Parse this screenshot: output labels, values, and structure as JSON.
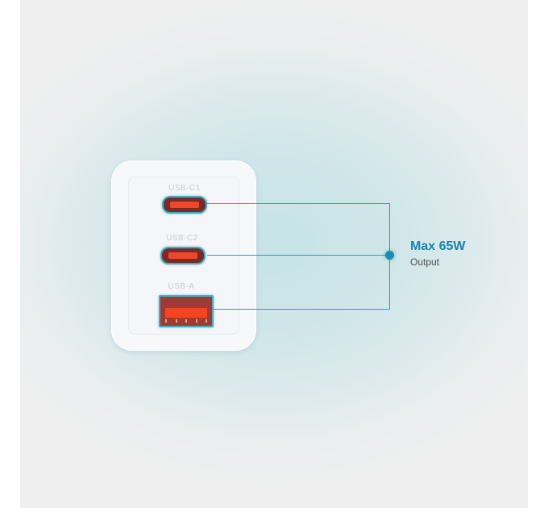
{
  "ports": [
    {
      "label": "USB-C1",
      "type": "usb-c"
    },
    {
      "label": "USB-C2",
      "type": "usb-c"
    },
    {
      "label": "USB-A",
      "type": "usb-a"
    }
  ],
  "callout": {
    "title": "Max 65W",
    "subtitle": "Output"
  },
  "colors": {
    "accent": "#1786aa",
    "line": "#2ba0b8",
    "port_orange": "#f2462a"
  }
}
